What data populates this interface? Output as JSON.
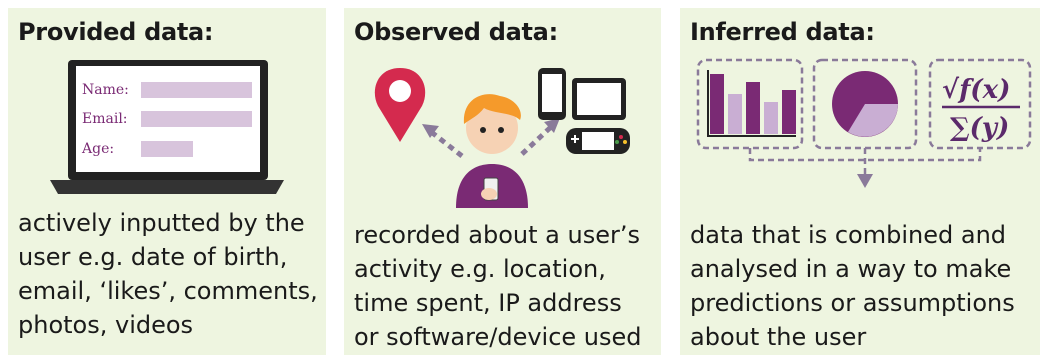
{
  "panels": [
    {
      "title": "Provided data:",
      "description": "actively inputted by the\nuser e.g. date of birth,\nemail, ‘likes’, comments,\nphotos, videos",
      "form_labels": [
        "Name:",
        "Email:",
        "Age:"
      ]
    },
    {
      "title": "Observed data:",
      "description": "recorded about a user’s\nactivity e.g. location,\ntime spent, IP address\nor software/device used"
    },
    {
      "title": "Inferred data:",
      "description": "data that is combined and\nanalysed in a way to make\npredictions or assumptions\nabout the user",
      "formula_top": "√f(x)",
      "formula_bottom": "∑(y)"
    }
  ],
  "icons": [
    "laptop-icon",
    "location-pin-icon",
    "person-icon",
    "smartphone-icon",
    "tablet-icon",
    "game-controller-icon",
    "bar-chart-icon",
    "pie-chart-icon",
    "formula-icon",
    "arrow-down-icon"
  ],
  "colors": {
    "panel_bg": "#eef5e0",
    "purple": "#7a2a74",
    "light_purple": "#c9aed3",
    "pin_red": "#d42a4e",
    "hair_orange": "#f59a2b"
  }
}
